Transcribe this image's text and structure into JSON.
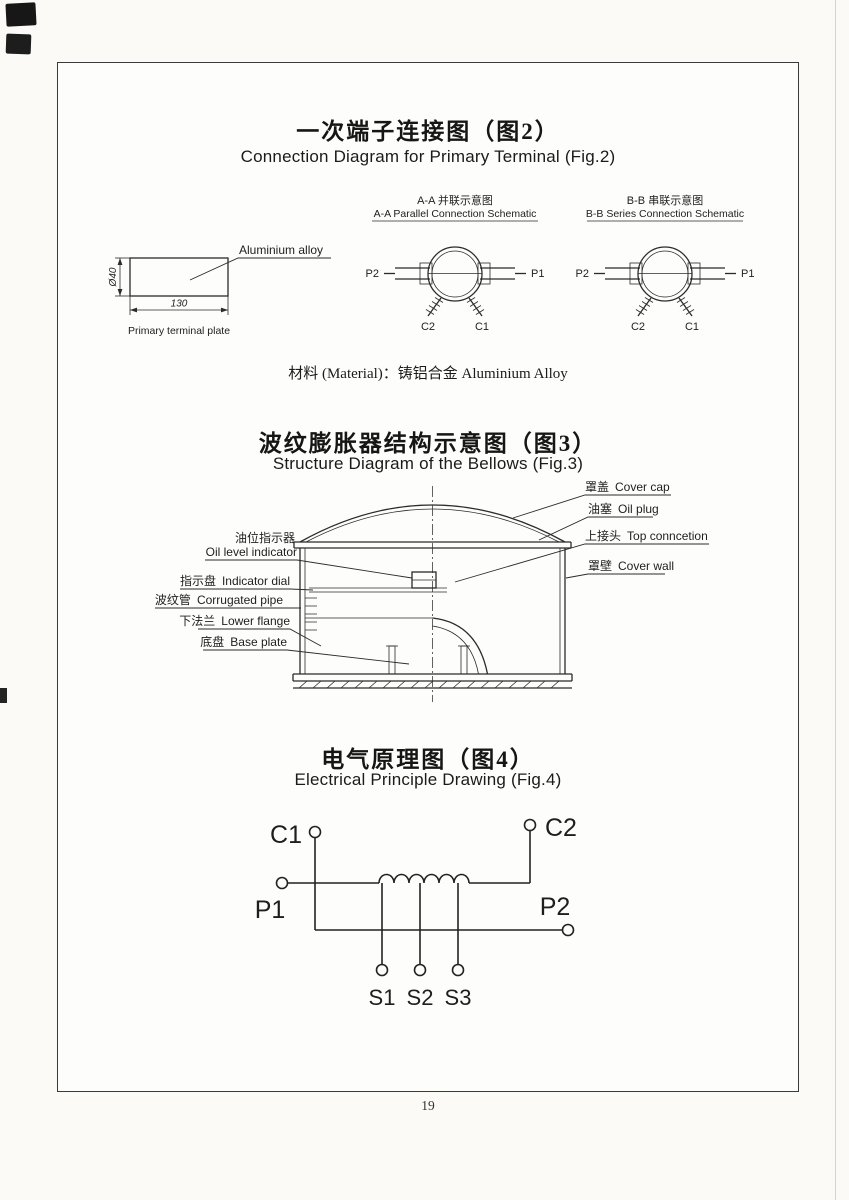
{
  "page": {
    "number": "19"
  },
  "fig2": {
    "title_cn": "一次端子连接图（图2）",
    "title_en": "Connection Diagram for Primary Terminal (Fig.2)",
    "material_note": "材料 (Material)：铸铝合金  Aluminium Alloy",
    "plate": {
      "callout": "Aluminium alloy",
      "caption": "Primary terminal plate",
      "dim_length": "130",
      "dim_diameter": "Ø40"
    },
    "parallel": {
      "title_cn": "A-A 并联示意图",
      "title_en": "A-A Parallel Connection Schematic",
      "terminals": {
        "p1": "P1",
        "p2": "P2",
        "c1": "C1",
        "c2": "C2"
      }
    },
    "series": {
      "title_cn": "B-B 串联示意图",
      "title_en": "B-B Series Connection Schematic",
      "terminals": {
        "p1": "P1",
        "p2": "P2",
        "c1": "C1",
        "c2": "C2"
      }
    }
  },
  "fig3": {
    "title_cn": "波纹膨胀器结构示意图（图3）",
    "title_en": "Structure Diagram of the Bellows (Fig.3)",
    "labels_left": [
      {
        "cn": "油位指示器",
        "en": "Oil level indicator"
      },
      {
        "cn": "指示盘",
        "en": "Indicator dial"
      },
      {
        "cn": "波纹管",
        "en": "Corrugated pipe"
      },
      {
        "cn": "下法兰",
        "en": "Lower flange"
      },
      {
        "cn": "底盘",
        "en": "Base plate"
      }
    ],
    "labels_right": [
      {
        "cn": "罩盖",
        "en": "Cover cap"
      },
      {
        "cn": "油塞",
        "en": "Oil plug"
      },
      {
        "cn": "上接头",
        "en": "Top conncetion"
      },
      {
        "cn": "罩壁",
        "en": "Cover wall"
      }
    ]
  },
  "fig4": {
    "title_cn": "电气原理图（图4）",
    "title_en": "Electrical Principle Drawing (Fig.4)",
    "terminals": {
      "c1": "C1",
      "c2": "C2",
      "p1": "P1",
      "p2": "P2",
      "s1": "S1",
      "s2": "S2",
      "s3": "S3"
    }
  }
}
